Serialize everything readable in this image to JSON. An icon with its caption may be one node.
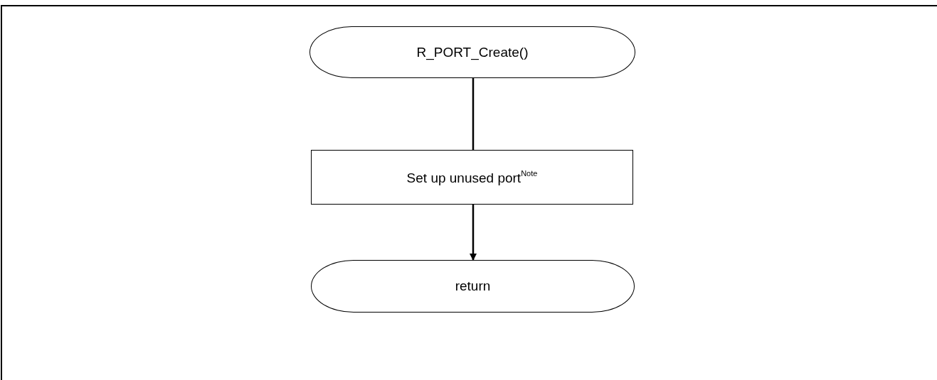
{
  "diagram": {
    "nodes": [
      {
        "text": [
          "R_PORT_Create()"
        ]
      },
      {
        "text": [
          "Set up unused port$^{Note}$"
        ]
      },
      {
        "text": [
          "return"
        ]
      }
    ],
    "edges": [
      {
        "from": 0,
        "to": 1,
        "arrow": "none"
      },
      {
        "from": 1,
        "to": 2,
        "arrow": "to"
      }
    ]
  }
}
